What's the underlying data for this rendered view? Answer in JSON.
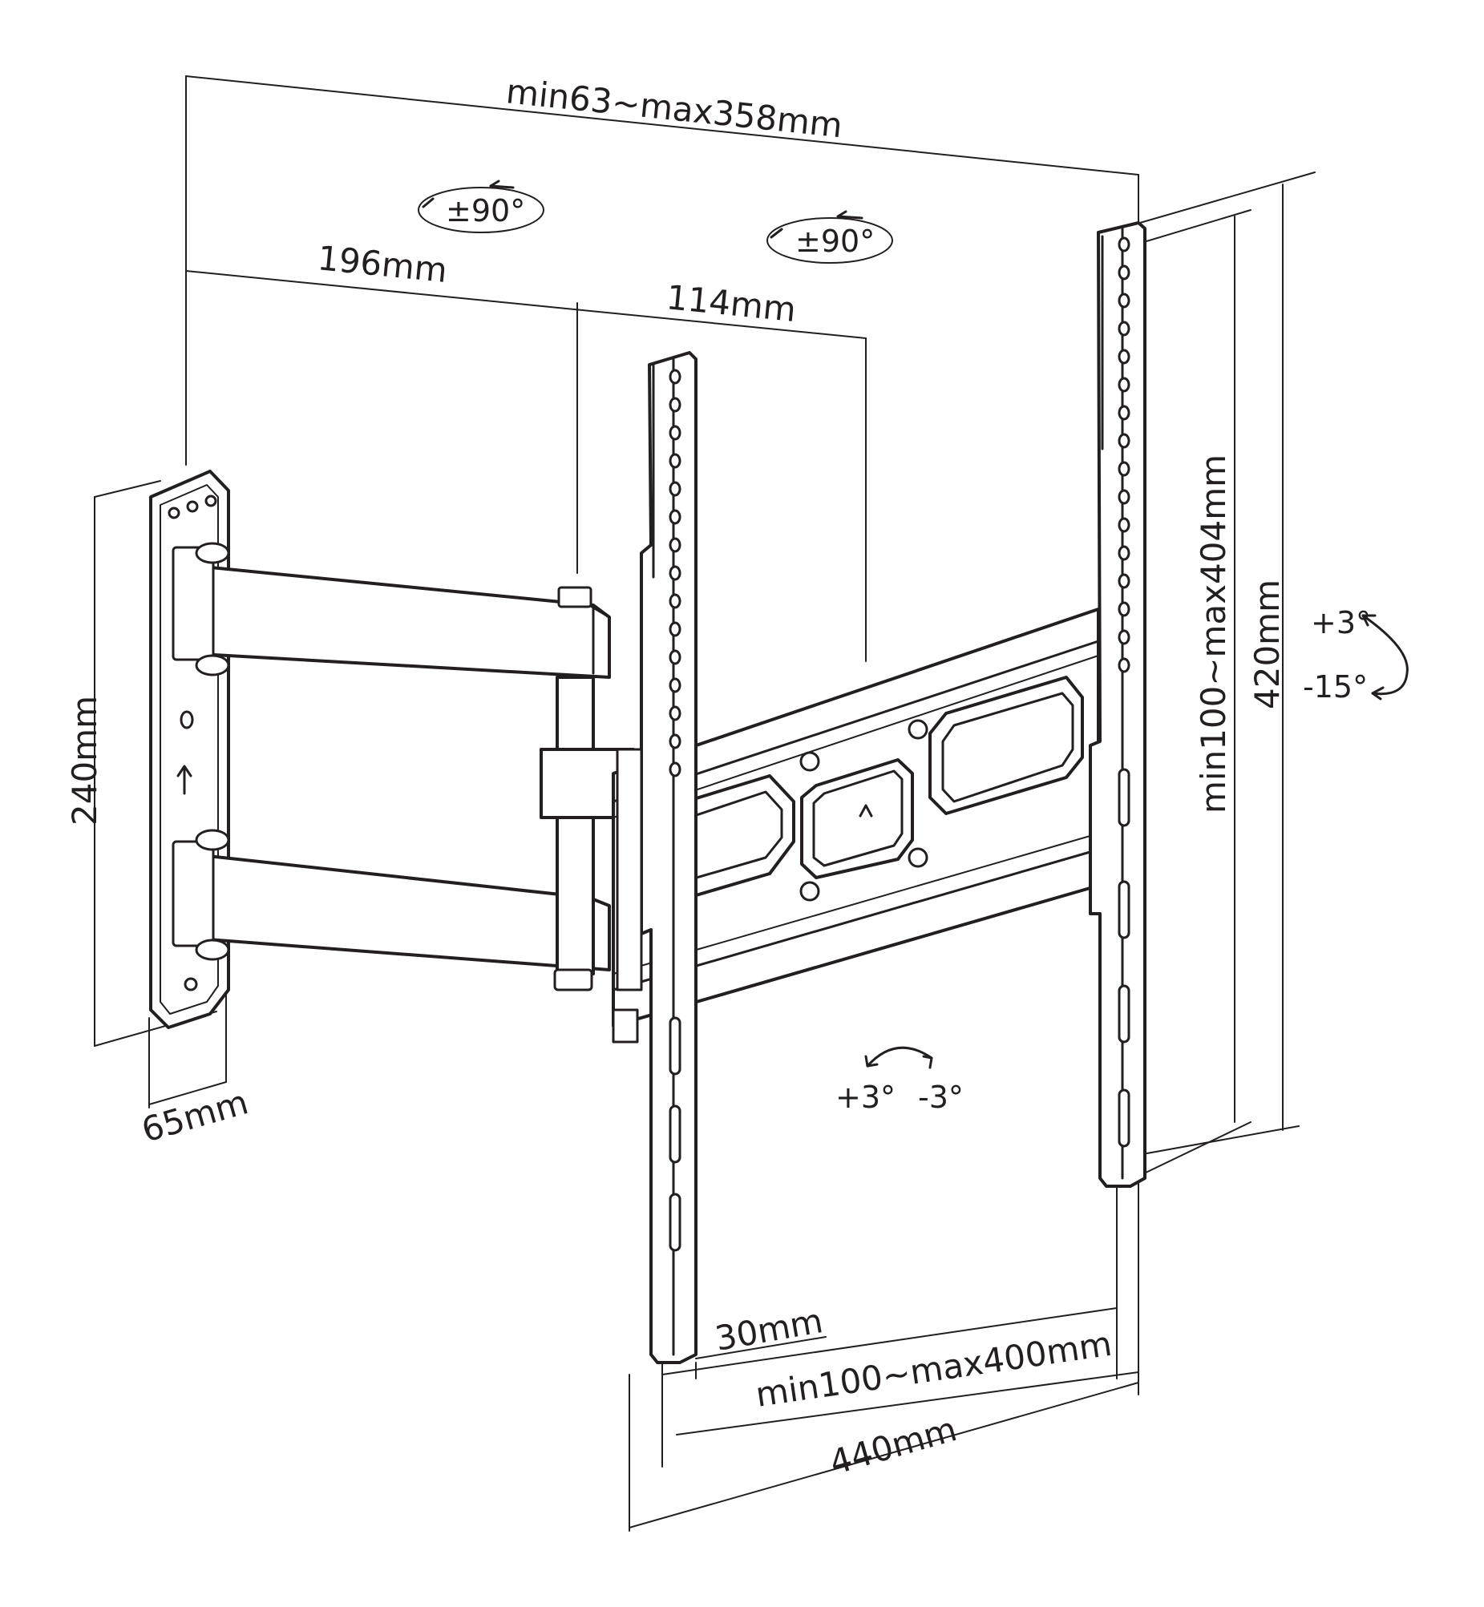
{
  "dimensions": {
    "arm_extension": "min63~max358mm",
    "arm_segment_1": "196mm",
    "arm_segment_2": "114mm",
    "plate_height": "240mm",
    "plate_width": "65mm",
    "vertical_vesa": "min100~max404mm",
    "bracket_height": "420mm",
    "profile": "30mm",
    "horizontal_vesa": "min100~max400mm",
    "overall_width": "440mm"
  },
  "angles": {
    "swivel_1": "±90°",
    "swivel_2": "±90°",
    "tilt_up": "+3°",
    "tilt_down": "-15°",
    "level_plus": "+3°",
    "level_minus": "-3°"
  },
  "colors": {
    "line": "#231f20",
    "background": "#ffffff"
  }
}
